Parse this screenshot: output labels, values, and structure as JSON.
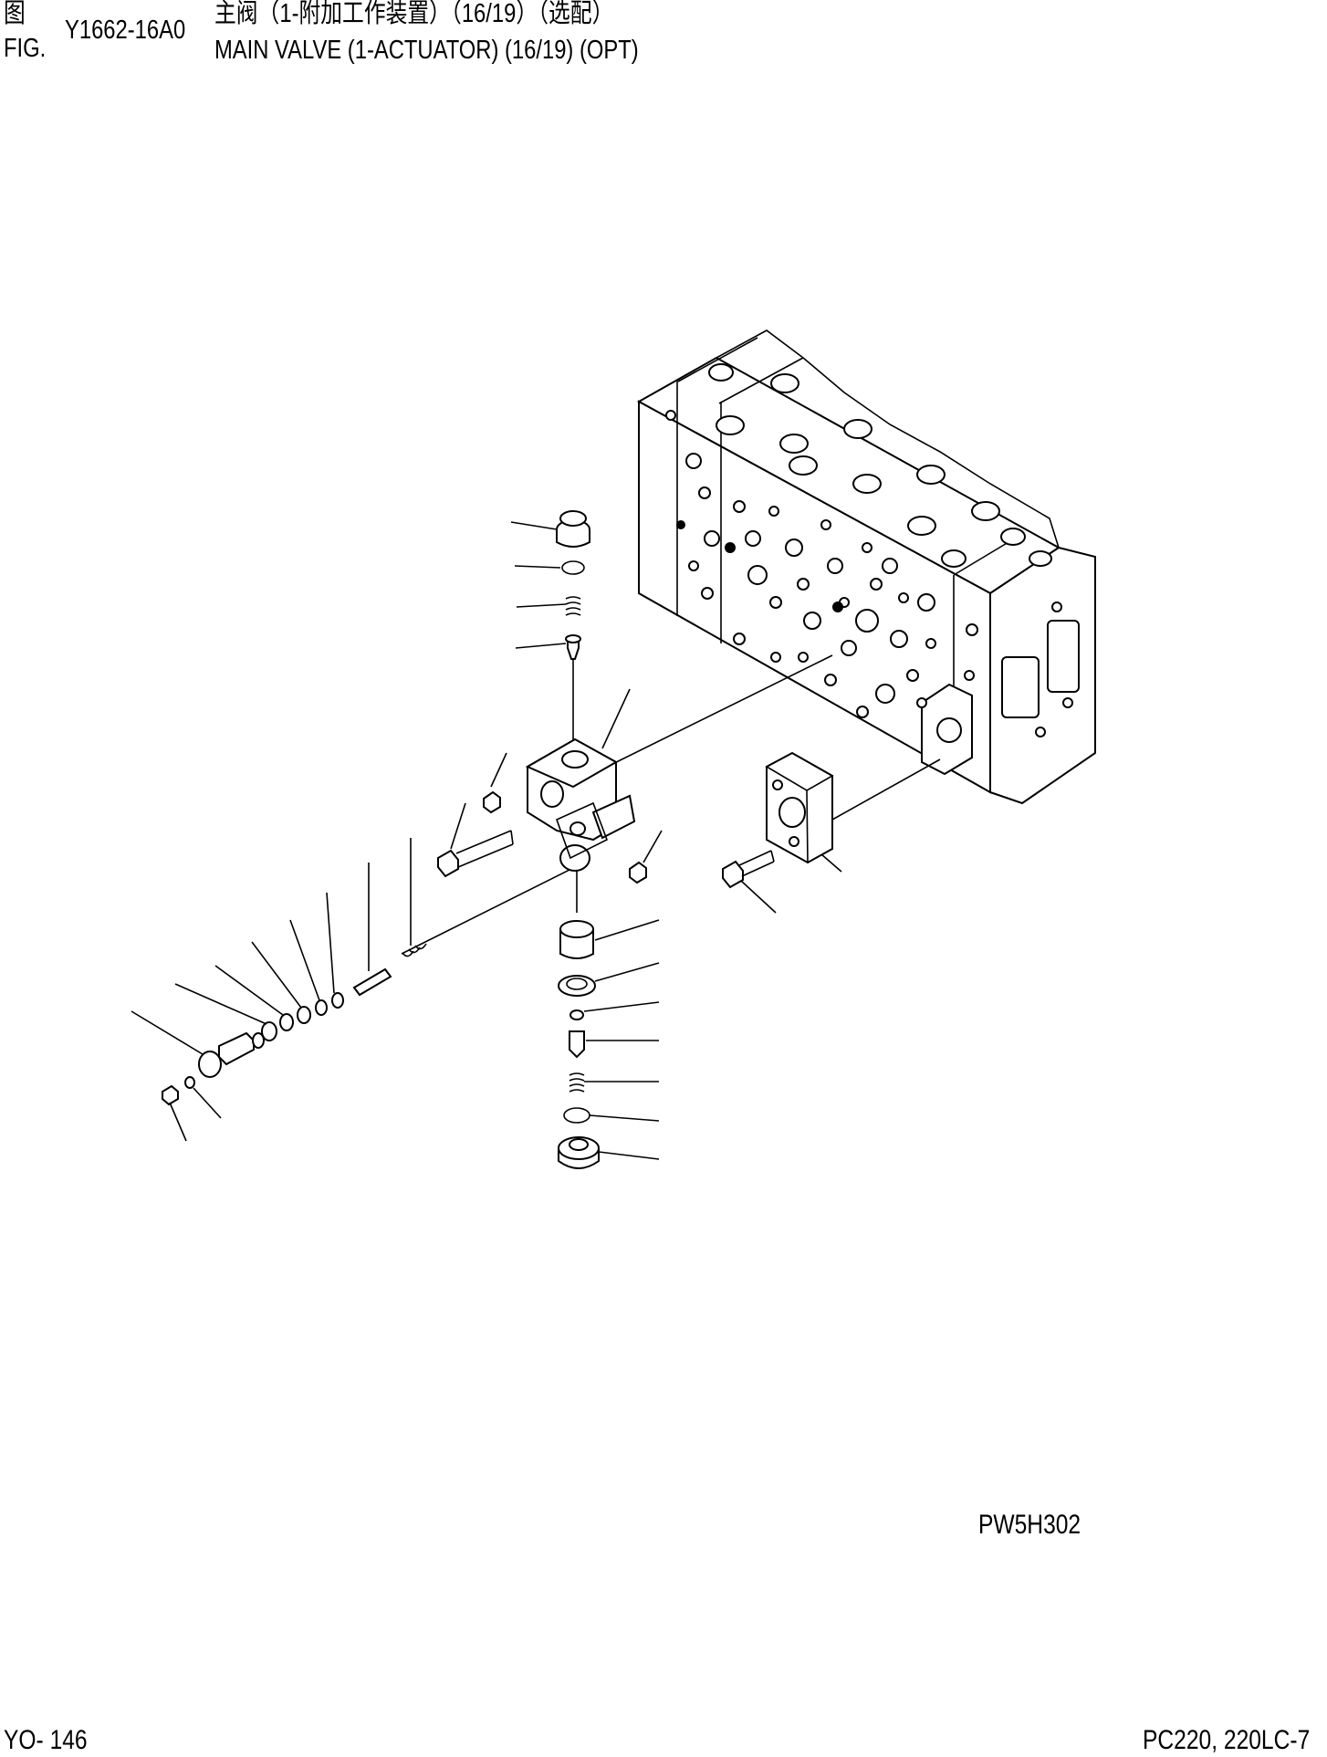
{
  "header": {
    "cn_label": "图",
    "en_label": "FIG.",
    "figure_number": "Y1662-16A0",
    "title_cn": "主阀（1-附加工作装置）（16/19）（选配）",
    "title_en": "MAIN VALVE (1-ACTUATOR) (16/19) (OPT)"
  },
  "drawing": {
    "code": "PW5H302"
  },
  "footer": {
    "page": "YO- 146",
    "model": "PC220, 220LC-7"
  }
}
